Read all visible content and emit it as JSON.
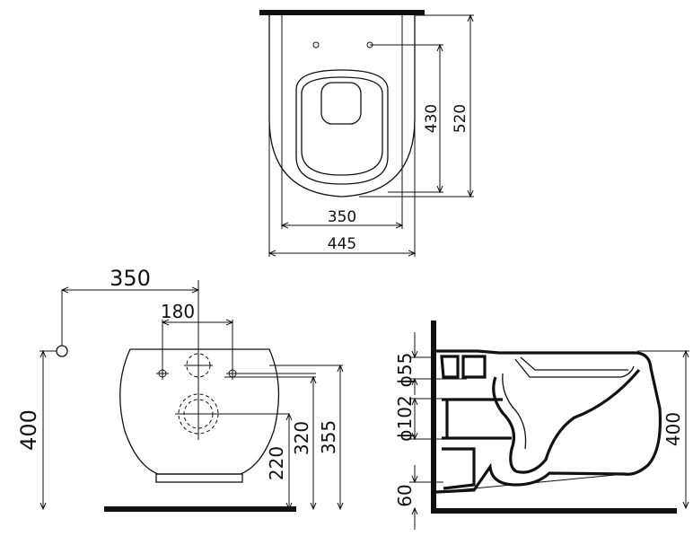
{
  "top_view": {
    "inner_width": "350",
    "outer_width": "445",
    "hole_depth": "430",
    "total_depth": "520"
  },
  "front_view": {
    "waste_offset": "350",
    "bolt_spacing": "180",
    "waste_height": "400",
    "inlet_height": "220",
    "outlet_height": "320",
    "top_height": "355"
  },
  "side_view": {
    "inlet_diameter": "ϕ55",
    "outlet_diameter": "ϕ102",
    "base_offset": "60",
    "rim_height": "400"
  }
}
